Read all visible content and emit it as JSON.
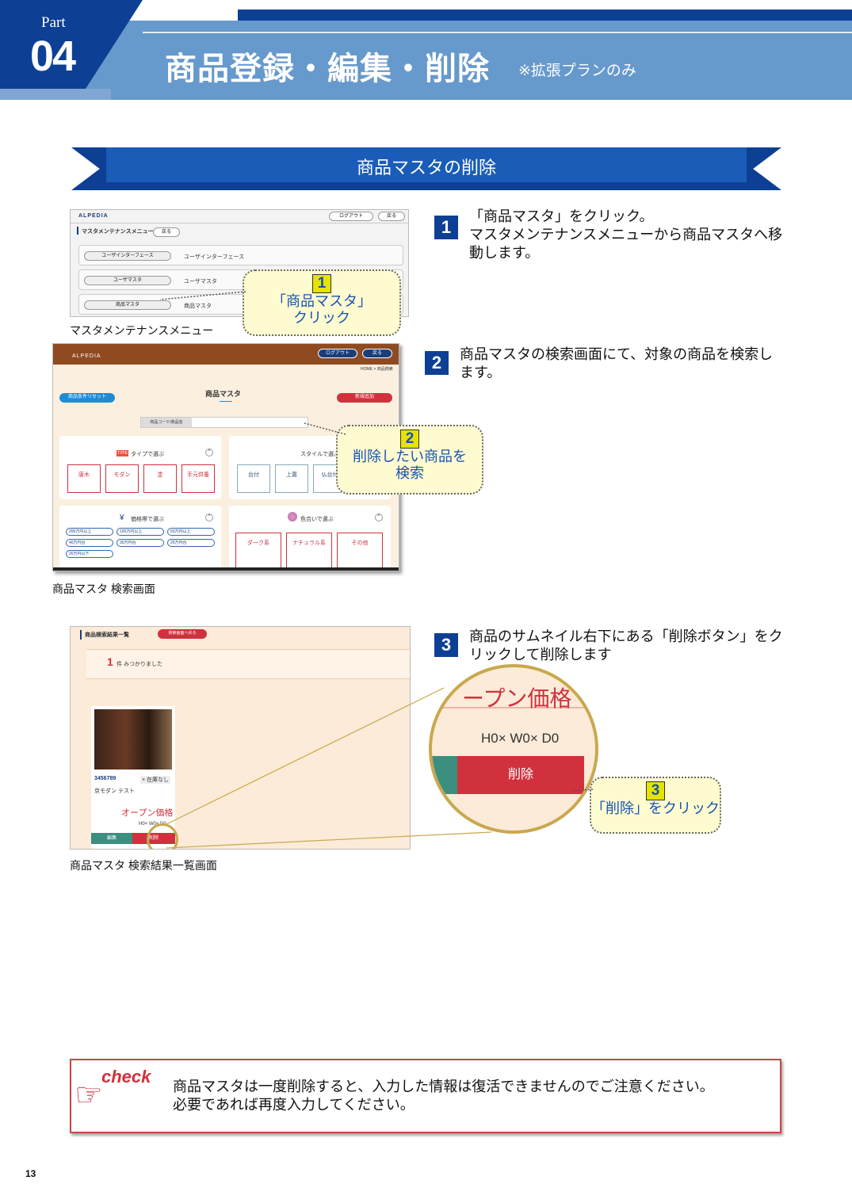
{
  "header": {
    "part_word": "Part",
    "part_number": "04",
    "title": "商品登録・編集・削除",
    "title_note": "※拡張プランのみ"
  },
  "section": {
    "title": "商品マスタの削除"
  },
  "screens": {
    "menu": {
      "logo": "ALPEDIA",
      "logout": "ログアウト",
      "back": "戻る",
      "heading": "マスタメンテナンスメニュー",
      "heading_btn": "戻る",
      "rows": [
        {
          "button": "ユーザインターフェース",
          "desc": "ユーザインターフェース"
        },
        {
          "button": "ユーザマスタ",
          "desc": "ユーザマスタ"
        },
        {
          "button": "商品マスタ",
          "desc": "商品マスタ"
        }
      ],
      "caption": "マスタメンテナンスメニュー"
    },
    "search": {
      "logo": "ALPEDIA",
      "logout": "ログアウト",
      "back": "戻る",
      "breadcrumb": "HOME > 商品検索",
      "reset": "商品条件リセット",
      "title": "商品マスタ",
      "new": "新規追加",
      "field_label": "商品コード/商品名",
      "type_panel": "タイプで選ぶ",
      "type_tag": "TYPE",
      "type_opts": [
        "唐木",
        "モダン",
        "塗",
        "手元供養"
      ],
      "style_panel": "スタイルで選ぶ",
      "style_opts": [
        "台付",
        "上置",
        "仏台付"
      ],
      "price_panel": "価格帯で選ぶ",
      "price_opts": [
        "200万円以上",
        "100万円以上",
        "50万円以上",
        "40万円台",
        "30万円台",
        "20万円台",
        "20万円以下"
      ],
      "color_panel": "色合いで選ぶ",
      "color_opts": [
        "ダーク系",
        "ナチュラル系",
        "その他"
      ],
      "caption": "商品マスタ 検索画面"
    },
    "results": {
      "heading": "商品検索結果一覧",
      "back_btn": "検索画面へ戻る",
      "count": "1",
      "count_text": "件 みつかりました",
      "code": "3456789",
      "stock": "× 在庫なし",
      "name": "京モダン テスト",
      "price": "オープン価格",
      "size": "H0× W0× D0",
      "edit": "編集",
      "delete": "削除",
      "caption": "商品マスタ 検索結果一覧画面"
    }
  },
  "steps": [
    {
      "num": "1",
      "text": "「商品マスタ」をクリック。\nマスタメンテナンスメニューから商品マスタへ移動します。"
    },
    {
      "num": "2",
      "text": "商品マスタの検索画面にて、対象の商品を検索します。"
    },
    {
      "num": "3",
      "text": "商品のサムネイル右下にある「削除ボタン」をクリックして削除します"
    }
  ],
  "callouts": [
    {
      "num": "1",
      "text": "「商品マスタ」\nクリック"
    },
    {
      "num": "2",
      "text": "削除したい商品を\n検索"
    },
    {
      "num": "3",
      "text": "「削除」をクリック"
    }
  ],
  "magnifier": {
    "price": "ープン価格",
    "size": "H0× W0× D0",
    "delete": "削除"
  },
  "check": {
    "logo": "check",
    "line1": "商品マスタは一度削除すると、入力した情報は復活できませんのでご注意ください。",
    "line2": "必要であれば再度入力してください。"
  },
  "page_number": "13",
  "colors": {
    "navy": "#0d3f94",
    "band": "#6699cc",
    "red": "#d0313d",
    "callout_bg": "#fffbd0",
    "teal": "#3b8f7f"
  }
}
